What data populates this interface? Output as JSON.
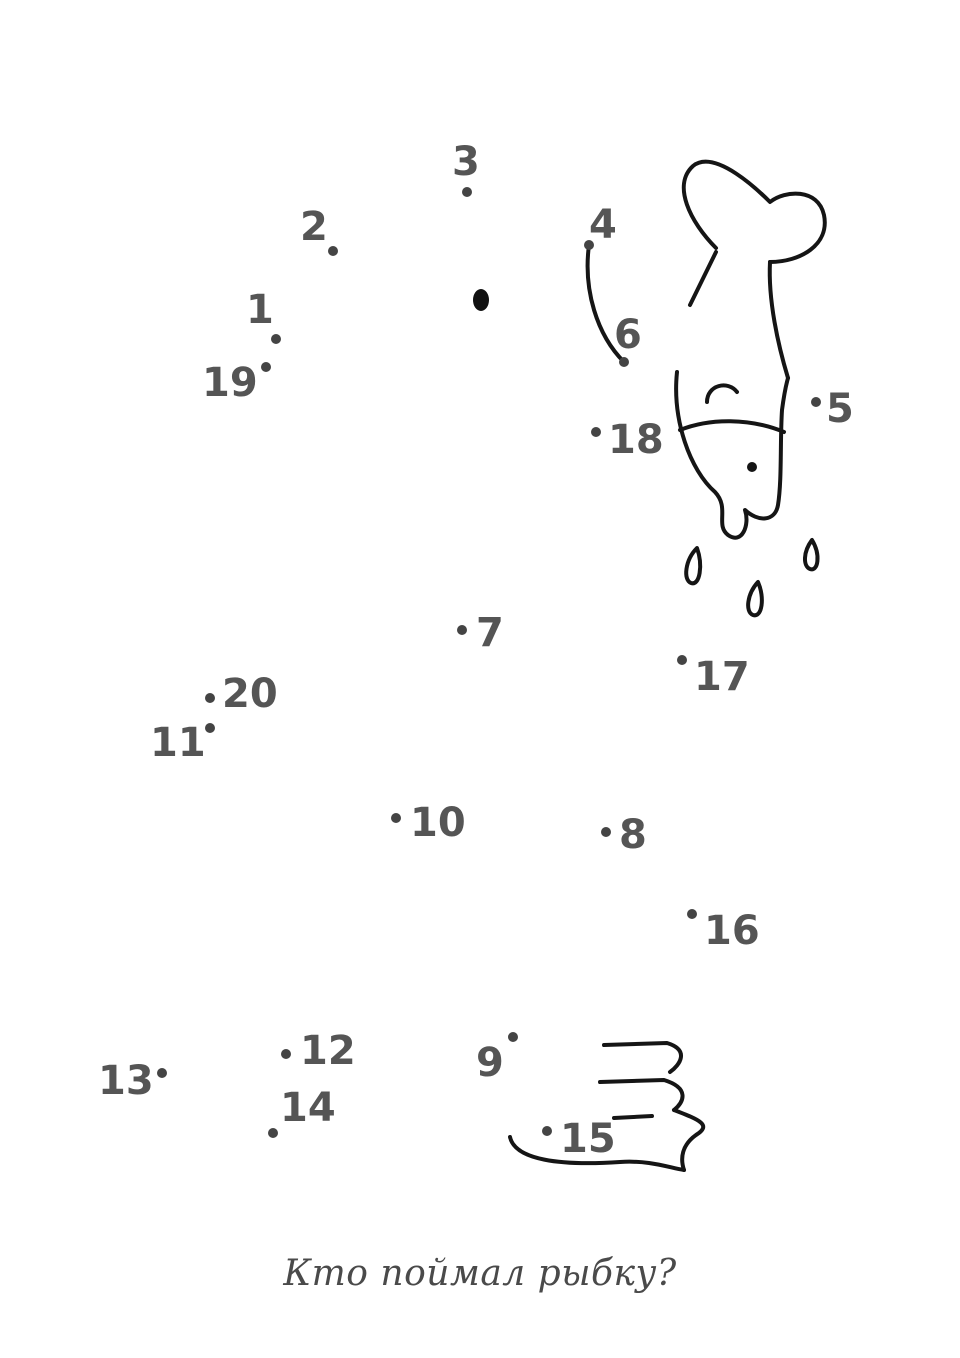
{
  "caption": "Кто поймал рыбку?",
  "colors": {
    "ink": "#151515",
    "dots": "#444444",
    "labels": "#555555",
    "background": "#ffffff"
  },
  "dots": [
    {
      "n": "1"
    },
    {
      "n": "2"
    },
    {
      "n": "3"
    },
    {
      "n": "4"
    },
    {
      "n": "5"
    },
    {
      "n": "6"
    },
    {
      "n": "7"
    },
    {
      "n": "8"
    },
    {
      "n": "9"
    },
    {
      "n": "10"
    },
    {
      "n": "11"
    },
    {
      "n": "12"
    },
    {
      "n": "13"
    },
    {
      "n": "14"
    },
    {
      "n": "15"
    },
    {
      "n": "16"
    },
    {
      "n": "17"
    },
    {
      "n": "18"
    },
    {
      "n": "19"
    },
    {
      "n": "20"
    }
  ],
  "drawings": {
    "fish": "fish-drawing",
    "water_drops": "water-drops-drawing",
    "eye": "eye-dot",
    "tail": "tail-lines-drawing"
  }
}
